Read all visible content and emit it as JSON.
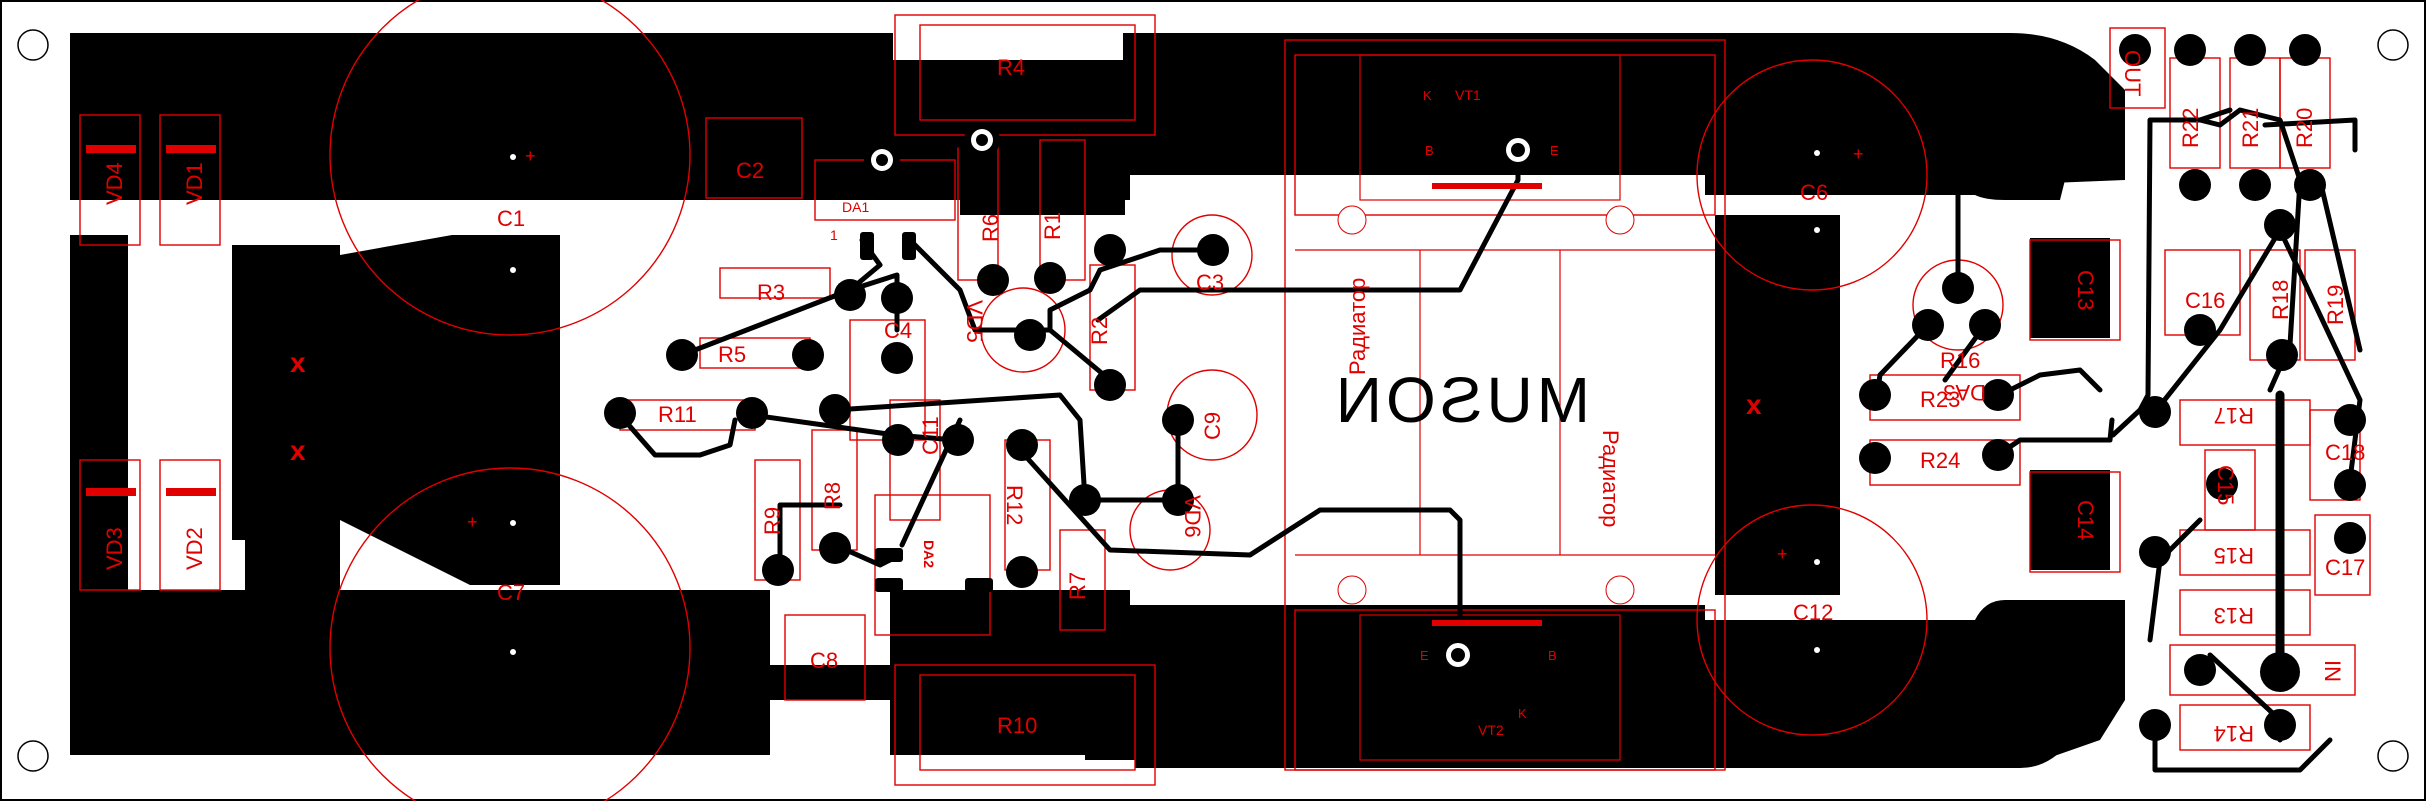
{
  "board": {
    "brand_text": "MUSON",
    "radiator_label": "Радиатор",
    "ic_labels": {
      "da1": "DA1",
      "da2": "DA2",
      "da3": "DA3"
    },
    "connector_labels": {
      "out": "OUT",
      "in": "IN"
    },
    "heatsink_pin_labels": {
      "e": "E",
      "k": "K",
      "b": "B"
    },
    "pin1_marker": "1",
    "polarity_marker": "+",
    "no_connect_marker": "x",
    "components": {
      "C1": "C1",
      "C2": "C2",
      "C3": "C3",
      "C4": "C4",
      "C6": "C6",
      "C7": "C7",
      "C8": "C8",
      "C9": "C9",
      "C11": "C11",
      "C12": "C12",
      "C13": "C13",
      "C14": "C14",
      "C15": "C15",
      "C16": "C16",
      "C17": "C17",
      "C18": "C18",
      "R1": "R1",
      "R2": "R2",
      "R3": "R3",
      "R4": "R4",
      "R5": "R5",
      "R6": "R6",
      "R7": "R7",
      "R8": "R8",
      "R9": "R9",
      "R10": "R10",
      "R11": "R11",
      "R12": "R12",
      "R13": "R13",
      "R14": "R14",
      "R15": "R15",
      "R16": "R16",
      "R17": "R17",
      "R18": "R18",
      "R19": "R19",
      "R20": "R20",
      "R21": "R21",
      "R22": "R22",
      "R23": "R23",
      "R24": "R24",
      "VD1": "VD1",
      "VD2": "VD2",
      "VD3": "VD3",
      "VD4": "VD4",
      "VD5": "VD5",
      "VD6": "VD6",
      "VT1": "VT1",
      "VT2": "VT2"
    },
    "colors": {
      "copper": "#000000",
      "silkscreen": "#e00000",
      "substrate": "#ffffff"
    }
  }
}
